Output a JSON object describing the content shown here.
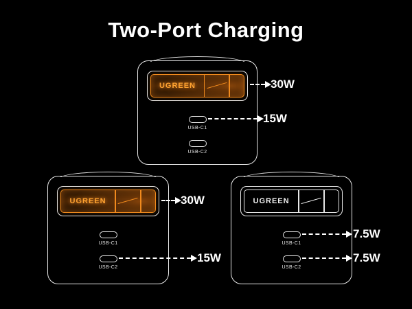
{
  "title": "Two-Port Charging",
  "colors": {
    "background": "#000000",
    "outline": "#e9e9e9",
    "accent_orange": "#f08a1d",
    "text": "#ffffff"
  },
  "chargers": [
    {
      "name": "top",
      "brand": "UGREEN",
      "lit": true,
      "display_power": "30W",
      "ports": [
        {
          "label": "USB-C1",
          "power": "15W"
        },
        {
          "label": "USB-C2",
          "power": ""
        }
      ]
    },
    {
      "name": "bottom-left",
      "brand": "UGREEN",
      "lit": true,
      "display_power": "30W",
      "ports": [
        {
          "label": "USB-C1",
          "power": ""
        },
        {
          "label": "USB-C2",
          "power": "15W"
        }
      ]
    },
    {
      "name": "bottom-right",
      "brand": "UGREEN",
      "lit": false,
      "display_power": "",
      "ports": [
        {
          "label": "USB-C1",
          "power": "7.5W"
        },
        {
          "label": "USB-C2",
          "power": "7.5W"
        }
      ]
    }
  ]
}
